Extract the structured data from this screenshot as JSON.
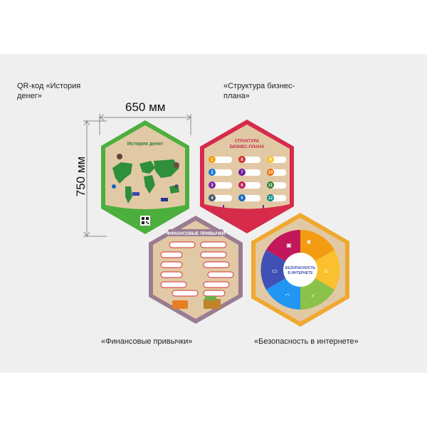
{
  "captions": {
    "qr_story": [
      "QR-код «История",
      "денег»"
    ],
    "business_plan": [
      "«Структура бизнес-",
      "плана»"
    ],
    "financial_habits": "«Финансовые привычки»",
    "internet_safety": "«Безопасность в интернете»"
  },
  "dimensions": {
    "width_label": "650 мм",
    "height_label": "750 мм"
  },
  "panels": {
    "history": {
      "title": "История денег",
      "color": "#4caf3d"
    },
    "business": {
      "title_lines": [
        "СТРУКТУРА",
        "БИЗНЕС-ПЛАНА"
      ],
      "color": "#d62b4a",
      "numbers": [
        "1",
        "2",
        "3",
        "4",
        "5",
        "6",
        "7",
        "8",
        "9",
        "10",
        "11",
        "12"
      ]
    },
    "habits": {
      "title": "ФИНАНСОВЫЕ ПРИВЫЧКИ",
      "color": "#9a7c92"
    },
    "safety": {
      "title_lines": [
        "БЕЗОПАСНОСТЬ",
        "В ИНТЕРНЕТЕ"
      ],
      "color": "#f0a830"
    }
  },
  "colors": {
    "background_band": "#efefef",
    "plywood": "#e2c9a6"
  }
}
